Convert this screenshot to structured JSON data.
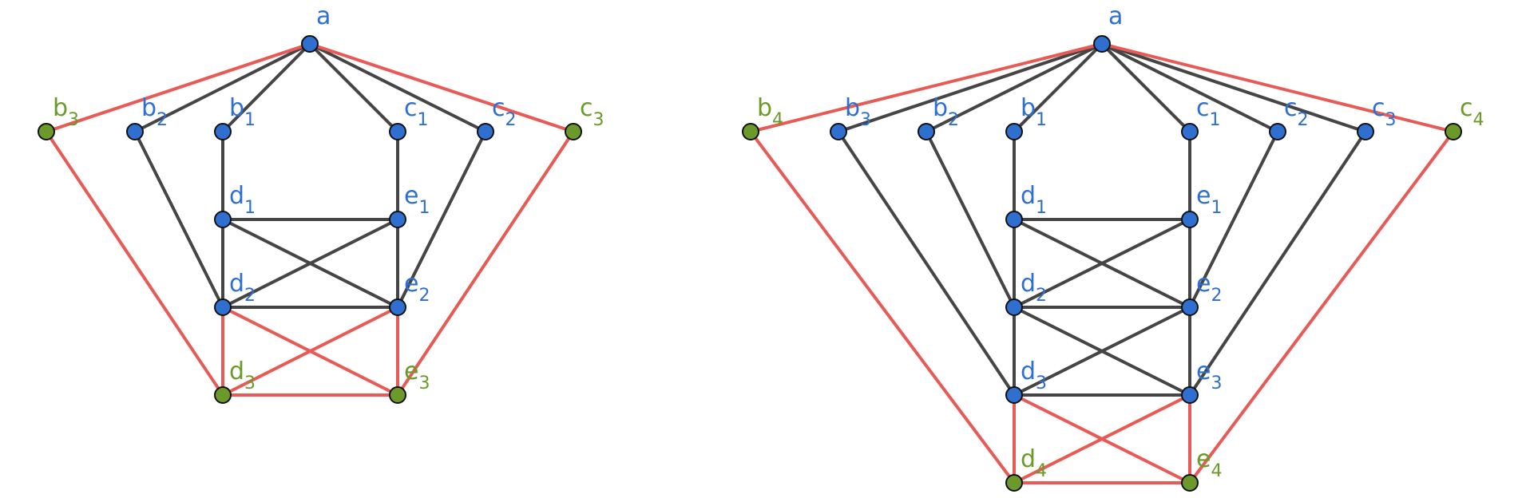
{
  "colors": {
    "edge_base": "#454545",
    "edge_new": "#e85a55",
    "node_base_fill": "#2e6fd0",
    "node_new_fill": "#6c9a2a",
    "node_stroke": "#111111",
    "label_base": "#2e6fd0",
    "label_new": "#6c9a2a"
  },
  "graphs": [
    {
      "name": "left-graph",
      "nodes": [
        {
          "id": "a",
          "letter": "a",
          "sub": "",
          "kind": "base"
        },
        {
          "id": "b1",
          "letter": "b",
          "sub": "1",
          "kind": "base"
        },
        {
          "id": "b2",
          "letter": "b",
          "sub": "2",
          "kind": "base"
        },
        {
          "id": "b3",
          "letter": "b",
          "sub": "3",
          "kind": "new"
        },
        {
          "id": "c1",
          "letter": "c",
          "sub": "1",
          "kind": "base"
        },
        {
          "id": "c2",
          "letter": "c",
          "sub": "2",
          "kind": "base"
        },
        {
          "id": "c3",
          "letter": "c",
          "sub": "3",
          "kind": "new"
        },
        {
          "id": "d1",
          "letter": "d",
          "sub": "1",
          "kind": "base"
        },
        {
          "id": "d2",
          "letter": "d",
          "sub": "2",
          "kind": "base"
        },
        {
          "id": "d3",
          "letter": "d",
          "sub": "3",
          "kind": "new"
        },
        {
          "id": "e1",
          "letter": "e",
          "sub": "1",
          "kind": "base"
        },
        {
          "id": "e2",
          "letter": "e",
          "sub": "2",
          "kind": "base"
        },
        {
          "id": "e3",
          "letter": "e",
          "sub": "3",
          "kind": "new"
        }
      ],
      "edges": [
        [
          "a",
          "b1",
          "base"
        ],
        [
          "a",
          "b2",
          "base"
        ],
        [
          "a",
          "c1",
          "base"
        ],
        [
          "a",
          "c2",
          "base"
        ],
        [
          "b1",
          "d1",
          "base"
        ],
        [
          "c1",
          "e1",
          "base"
        ],
        [
          "b2",
          "d2",
          "base"
        ],
        [
          "c2",
          "e2",
          "base"
        ],
        [
          "d1",
          "e1",
          "base"
        ],
        [
          "d1",
          "d2",
          "base"
        ],
        [
          "e1",
          "e2",
          "base"
        ],
        [
          "d2",
          "e2",
          "base"
        ],
        [
          "d1",
          "e2",
          "base"
        ],
        [
          "e1",
          "d2",
          "base"
        ],
        [
          "a",
          "b3",
          "new"
        ],
        [
          "a",
          "c3",
          "new"
        ],
        [
          "b3",
          "d3",
          "new"
        ],
        [
          "c3",
          "e3",
          "new"
        ],
        [
          "d2",
          "d3",
          "new"
        ],
        [
          "e2",
          "e3",
          "new"
        ],
        [
          "d3",
          "e3",
          "new"
        ],
        [
          "d2",
          "e3",
          "new"
        ],
        [
          "e2",
          "d3",
          "new"
        ]
      ]
    },
    {
      "name": "right-graph",
      "nodes": [
        {
          "id": "a",
          "letter": "a",
          "sub": "",
          "kind": "base"
        },
        {
          "id": "b1",
          "letter": "b",
          "sub": "1",
          "kind": "base"
        },
        {
          "id": "b2",
          "letter": "b",
          "sub": "2",
          "kind": "base"
        },
        {
          "id": "b3",
          "letter": "b",
          "sub": "3",
          "kind": "base"
        },
        {
          "id": "b4",
          "letter": "b",
          "sub": "4",
          "kind": "new"
        },
        {
          "id": "c1",
          "letter": "c",
          "sub": "1",
          "kind": "base"
        },
        {
          "id": "c2",
          "letter": "c",
          "sub": "2",
          "kind": "base"
        },
        {
          "id": "c3",
          "letter": "c",
          "sub": "3",
          "kind": "base"
        },
        {
          "id": "c4",
          "letter": "c",
          "sub": "4",
          "kind": "new"
        },
        {
          "id": "d1",
          "letter": "d",
          "sub": "1",
          "kind": "base"
        },
        {
          "id": "d2",
          "letter": "d",
          "sub": "2",
          "kind": "base"
        },
        {
          "id": "d3",
          "letter": "d",
          "sub": "3",
          "kind": "base"
        },
        {
          "id": "d4",
          "letter": "d",
          "sub": "4",
          "kind": "new"
        },
        {
          "id": "e1",
          "letter": "e",
          "sub": "1",
          "kind": "base"
        },
        {
          "id": "e2",
          "letter": "e",
          "sub": "2",
          "kind": "base"
        },
        {
          "id": "e3",
          "letter": "e",
          "sub": "3",
          "kind": "base"
        },
        {
          "id": "e4",
          "letter": "e",
          "sub": "4",
          "kind": "new"
        }
      ],
      "edges": [
        [
          "a",
          "b1",
          "base"
        ],
        [
          "a",
          "b2",
          "base"
        ],
        [
          "a",
          "b3",
          "base"
        ],
        [
          "a",
          "c1",
          "base"
        ],
        [
          "a",
          "c2",
          "base"
        ],
        [
          "a",
          "c3",
          "base"
        ],
        [
          "b1",
          "d1",
          "base"
        ],
        [
          "c1",
          "e1",
          "base"
        ],
        [
          "b2",
          "d2",
          "base"
        ],
        [
          "c2",
          "e2",
          "base"
        ],
        [
          "b3",
          "d3",
          "base"
        ],
        [
          "c3",
          "e3",
          "base"
        ],
        [
          "d1",
          "e1",
          "base"
        ],
        [
          "d2",
          "e2",
          "base"
        ],
        [
          "d3",
          "e3",
          "base"
        ],
        [
          "d1",
          "d2",
          "base"
        ],
        [
          "d2",
          "d3",
          "base"
        ],
        [
          "e1",
          "e2",
          "base"
        ],
        [
          "e2",
          "e3",
          "base"
        ],
        [
          "d1",
          "e2",
          "base"
        ],
        [
          "e1",
          "d2",
          "base"
        ],
        [
          "d2",
          "e3",
          "base"
        ],
        [
          "e2",
          "d3",
          "base"
        ],
        [
          "a",
          "b4",
          "new"
        ],
        [
          "a",
          "c4",
          "new"
        ],
        [
          "b4",
          "d4",
          "new"
        ],
        [
          "c4",
          "e4",
          "new"
        ],
        [
          "d3",
          "d4",
          "new"
        ],
        [
          "e3",
          "e4",
          "new"
        ],
        [
          "d4",
          "e4",
          "new"
        ],
        [
          "d3",
          "e4",
          "new"
        ],
        [
          "e3",
          "d4",
          "new"
        ]
      ]
    }
  ]
}
